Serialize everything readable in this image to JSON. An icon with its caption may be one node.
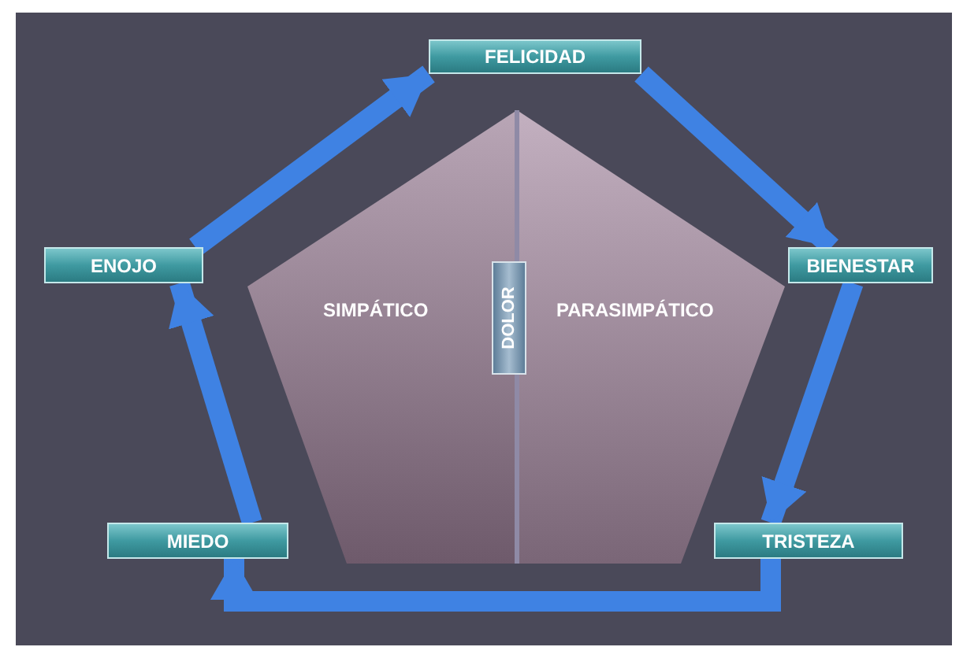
{
  "diagram": {
    "nodes": [
      {
        "text": [
          "FELICIDAD"
        ]
      },
      {
        "text": [
          "BIENESTAR"
        ]
      },
      {
        "text": [
          "TRISTEZA"
        ]
      },
      {
        "text": [
          "MIEDO"
        ]
      },
      {
        "text": [
          "ENOJO"
        ]
      },
      {
        "text": [
          "SIMPÁTICO",
          "PARASIMPÁTICO"
        ]
      },
      {
        "text": [
          "DOLOR"
        ],
        "in": 5
      }
    ],
    "edges": [
      {
        "from": 4,
        "to": 0,
        "arrow": "to"
      },
      {
        "from": 0,
        "to": 1,
        "arrow": "to"
      },
      {
        "from": 1,
        "to": 2,
        "arrow": "to"
      },
      {
        "from": 2,
        "to": 3,
        "arrow": "to"
      },
      {
        "from": 3,
        "to": 4,
        "arrow": "to"
      }
    ]
  }
}
